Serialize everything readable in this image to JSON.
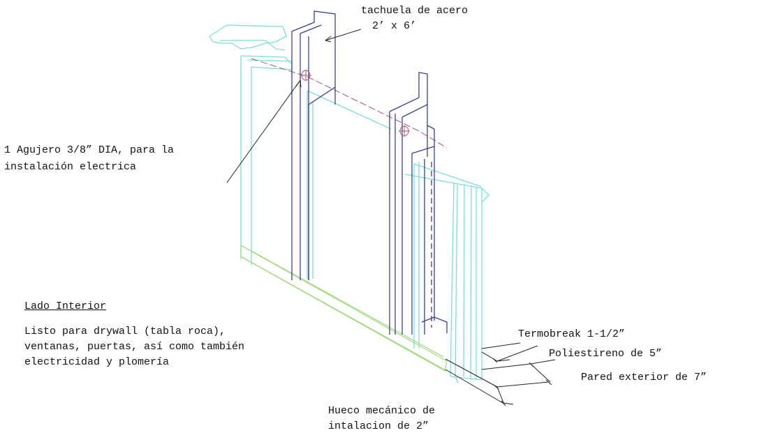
{
  "labels": {
    "stud_line1": "tachuela de acero",
    "stud_line2": "2’ x 6’",
    "hole_line1": "1 Agujero 3/8” DIA, para la",
    "hole_line2": "instalación electrica",
    "interior_title": "Lado Interior",
    "interior_line1": "Listo para drywall (tabla roca),",
    "interior_line2": "ventanas, puertas, así como también",
    "interior_line3": "electricidad y plomería",
    "termobreak": "Termobreak 1-1/2”",
    "poliestireno": "Poliestireno de 5”",
    "pared": "Pared exterior de 7”",
    "hueco_line1": "Hueco mecánico de",
    "hueco_line2": "intalacion de 2”"
  },
  "colors": {
    "foam": "#7fdcd8",
    "track": "#a9d98a",
    "steel": "#3a3f8c",
    "conduit": "#a55a6a",
    "text": "#111111"
  }
}
